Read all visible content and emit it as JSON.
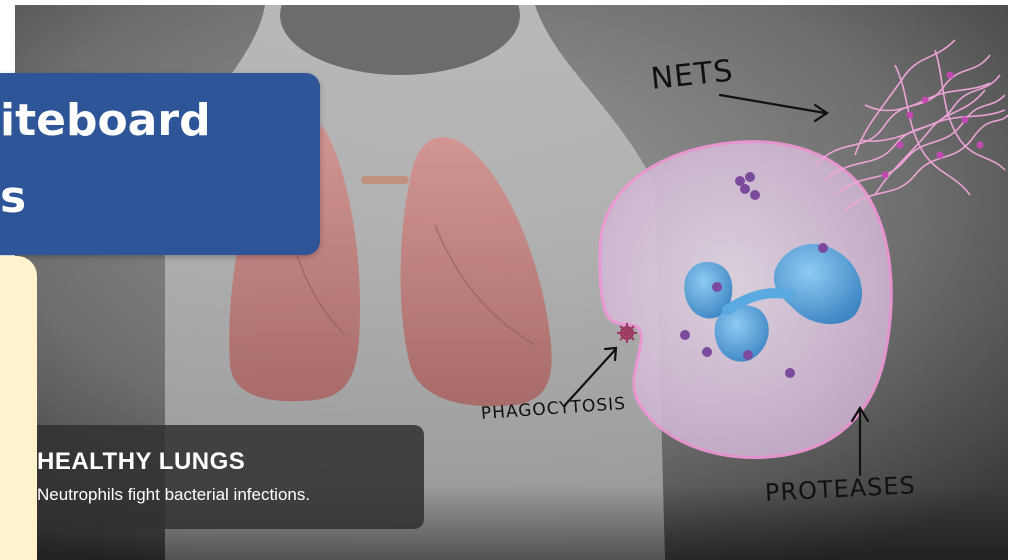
{
  "banner": {
    "line1": "iteboard",
    "line2": "s"
  },
  "caption": {
    "title": "HEALTHY LUNGS",
    "subtitle": "Neutrophils fight bacterial infections."
  },
  "annotations": {
    "nets": "NETS",
    "phagocytosis": "PHAGOCYTOSIS",
    "proteases": "PROTEASES"
  },
  "colors": {
    "banner": "#2d5597",
    "side_panel": "#fff2cc",
    "caption_box": "#303030",
    "cell_outline": "#e98bd0",
    "nucleus": "#5aa9e0",
    "granule": "#7b4a9c"
  }
}
